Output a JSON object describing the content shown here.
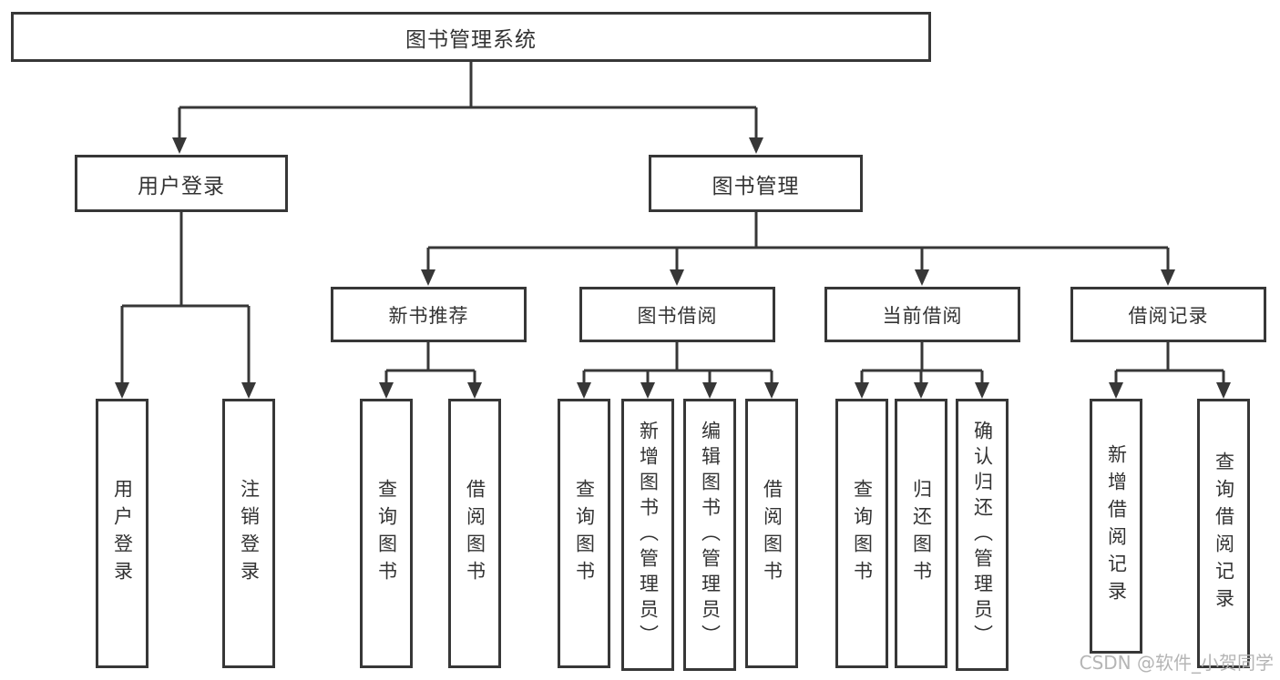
{
  "diagram_title": "图书管理系统",
  "nodes": {
    "root": "图书管理系统",
    "user_login": "用户登录",
    "book_mgmt": "图书管理",
    "new_book_rec": "新书推荐",
    "book_borrow": "图书借阅",
    "current_borrow": "当前借阅",
    "borrow_records": "借阅记录"
  },
  "leaves": {
    "user_login": [
      "用户登录",
      "注销登录"
    ],
    "new_book_rec": [
      "查询图书",
      "借阅图书"
    ],
    "book_borrow": [
      "查询图书",
      "新增图书（管理员）",
      "编辑图书（管理员）",
      "借阅图书"
    ],
    "current_borrow": [
      "查询图书",
      "归还图书",
      "确认归还（管理员）"
    ],
    "borrow_records": [
      "新增借阅记录",
      "查询借阅记录"
    ]
  },
  "hierarchy": {
    "root": "图书管理系统",
    "children": [
      {
        "label": "用户登录",
        "children": [
          "用户登录",
          "注销登录"
        ]
      },
      {
        "label": "图书管理",
        "children": [
          {
            "label": "新书推荐",
            "children": [
              "查询图书",
              "借阅图书"
            ]
          },
          {
            "label": "图书借阅",
            "children": [
              "查询图书",
              "新增图书（管理员）",
              "编辑图书（管理员）",
              "借阅图书"
            ]
          },
          {
            "label": "当前借阅",
            "children": [
              "查询图书",
              "归还图书",
              "确认归还（管理员）"
            ]
          },
          {
            "label": "借阅记录",
            "children": [
              "新增借阅记录",
              "查询借阅记录"
            ]
          }
        ]
      }
    ]
  },
  "watermark": "CSDN @软件_小贺同学",
  "colors": {
    "line": "#373737",
    "box_border": "#373737",
    "box_fill": "#ffffff",
    "text": "#333333",
    "watermark": "#b5b5b5",
    "background": "#ffffff"
  }
}
